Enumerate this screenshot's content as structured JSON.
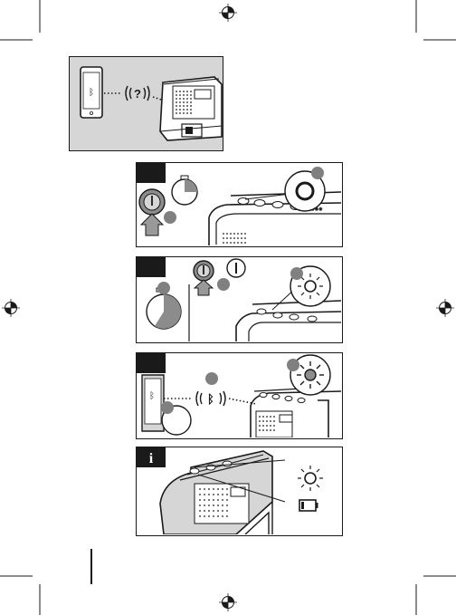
{
  "document": {
    "type": "quick-start illustration sheet",
    "colors": {
      "ink": "#1a1a1a",
      "shade": "#d6d6d6",
      "badge": "#808080",
      "timer_fill": "#8c8c8c"
    }
  },
  "panels": [
    {
      "id": "intro",
      "header": "",
      "icons": [
        "smartphone-icon",
        "bluetooth-icon",
        "question-signal-icon",
        "speaker-device"
      ]
    },
    {
      "id": "step-1",
      "header": "",
      "icons": [
        "power-button-icon",
        "finger-arrow-icon",
        "timer-icon",
        "speaker-device",
        "zoom-button-icon"
      ]
    },
    {
      "id": "step-2",
      "header": "",
      "icons": [
        "timer-icon",
        "power-button-icon",
        "power-symbol-icon",
        "finger-arrow-icon",
        "blinking-led-icon",
        "speaker-device"
      ]
    },
    {
      "id": "step-3",
      "header": "",
      "icons": [
        "smartphone-icon",
        "bluetooth-signal-icon",
        "zoom-phone-icon",
        "blinking-led-icon",
        "speaker-device"
      ]
    },
    {
      "id": "info",
      "header": "i",
      "icons": [
        "info-icon",
        "led-icon",
        "low-battery-icon",
        "speaker-device"
      ]
    }
  ]
}
